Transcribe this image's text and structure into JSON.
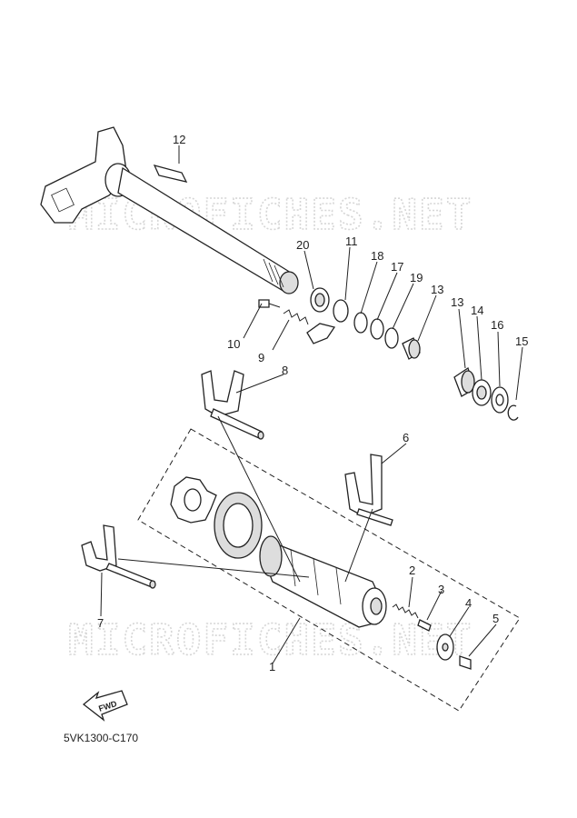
{
  "diagram": {
    "code": "5VK1300-C170",
    "fwd_label": "FWD",
    "watermark": "MICROFICHES.NET",
    "callouts": [
      "1",
      "2",
      "3",
      "4",
      "5",
      "6",
      "7",
      "8",
      "9",
      "10",
      "11",
      "12",
      "13",
      "13",
      "14",
      "15",
      "16",
      "17",
      "18",
      "19",
      "20"
    ]
  }
}
